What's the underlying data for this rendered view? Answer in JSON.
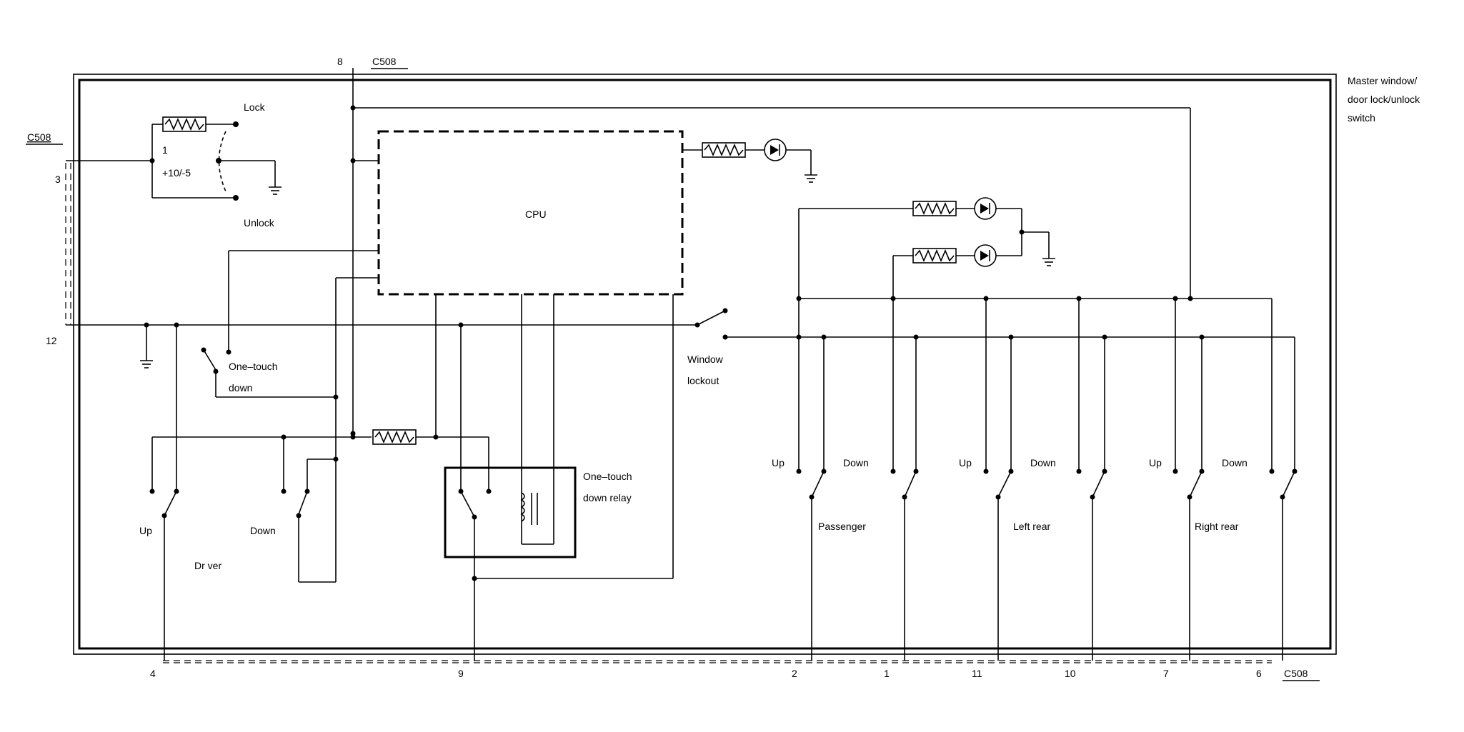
{
  "labels": {
    "module_title": [
      "Master window/",
      "door lock/unlock",
      "switch"
    ],
    "cpu": "CPU",
    "lock": "Lock",
    "unlock": "Unlock",
    "lock_pos_1": "1",
    "lock_pos_2": "+10/-5",
    "one_touch_down": [
      "One–touch",
      "down"
    ],
    "one_touch_relay": [
      "One–touch",
      "down relay"
    ],
    "window_lockout": [
      "Window",
      "lockout"
    ],
    "driver": "Dr ver",
    "up": "Up",
    "down": "Down",
    "passenger": "Passenger",
    "left_rear": "Left rear",
    "right_rear": "Right rear"
  },
  "connectors": {
    "left": "C508",
    "top": "C508",
    "bottom": "C508"
  },
  "pins": {
    "p3": "3",
    "p12": "12",
    "p8": "8",
    "p4": "4",
    "p9": "9",
    "p2": "2",
    "p1": "1",
    "p11": "11",
    "p10": "10",
    "p7": "7",
    "p6": "6"
  }
}
